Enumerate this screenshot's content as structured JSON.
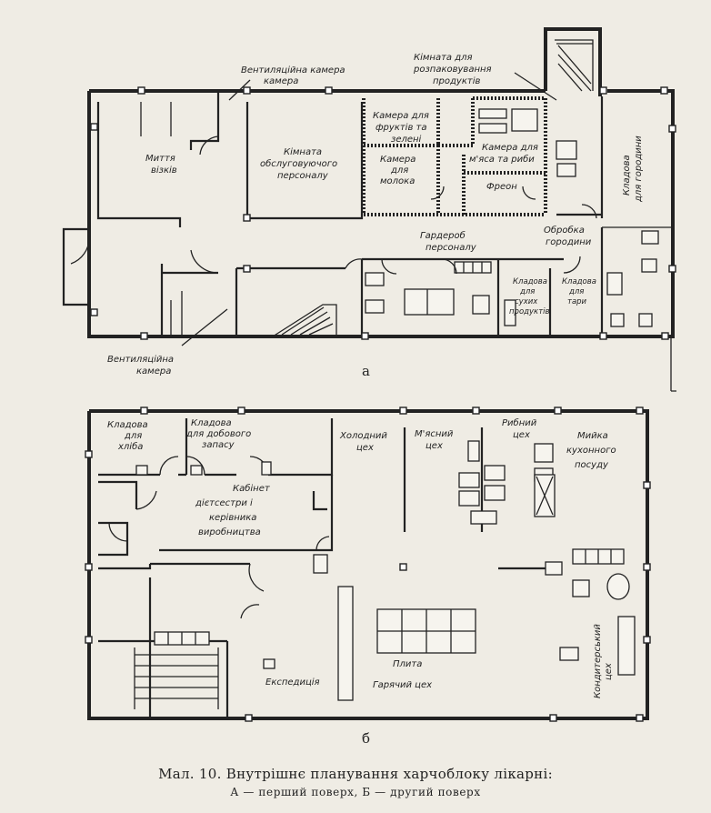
{
  "floor_a": {
    "rooms": {
      "vent_top": "Вентиляційна камера",
      "washing_1": "Миття",
      "washing_2": "візків",
      "staff_1": "Кімната",
      "staff_2": "обслуговуючого",
      "staff_3": "персоналу",
      "fruit_1": "Камера для",
      "fruit_2": "фруктів та",
      "fruit_3": "зелені",
      "milk_1": "Камера",
      "milk_2": "для",
      "milk_3": "молока",
      "meat_1": "Камера для",
      "meat_2": "м'яса та риби",
      "freon": "Фреон",
      "unpack_1": "Кімната для",
      "unpack_2": "розпаковування",
      "unpack_3": "продуктів",
      "veg_store_1": "Кладова",
      "veg_store_2": "для городини",
      "veg_proc_1": "Обробка",
      "veg_proc_2": "городини",
      "wardrobe_1": "Гардероб",
      "wardrobe_2": "персоналу",
      "dry_1": "Кладова",
      "dry_2": "для",
      "dry_3": "сухих",
      "dry_4": "продуктів",
      "tare_1": "Кладова",
      "tare_2": "для",
      "tare_3": "тари",
      "vent_bottom_1": "Вентиляційна",
      "vent_bottom_2": "камера"
    },
    "letter": "а"
  },
  "floor_b": {
    "rooms": {
      "bread_1": "Кладова",
      "bread_2": "для",
      "bread_3": "хліба",
      "daily_1": "Кладова",
      "daily_2": "для добового",
      "daily_3": "запасу",
      "dietitian_1": "Кабінет",
      "dietitian_2": "дієтсестри і",
      "dietitian_3": "керівника",
      "dietitian_4": "виробництва",
      "cold_1": "Холодний",
      "cold_2": "цех",
      "meat_1": "М'ясний",
      "meat_2": "цех",
      "fish_1": "Рибний",
      "fish_2": "цех",
      "dish_1": "Мийка",
      "dish_2": "кухонного",
      "dish_3": "посуду",
      "stove": "Плита",
      "hot": "Гарячий цех",
      "expedition": "Експедиція",
      "confect_1": "Кондитерський",
      "confect_2": "цех"
    },
    "letter": "б"
  },
  "caption": {
    "line1": "Мал. 10. Внутрішнє планування харчоблоку лікарні:",
    "line2": "А — перший поверх, Б — другий поверх"
  }
}
